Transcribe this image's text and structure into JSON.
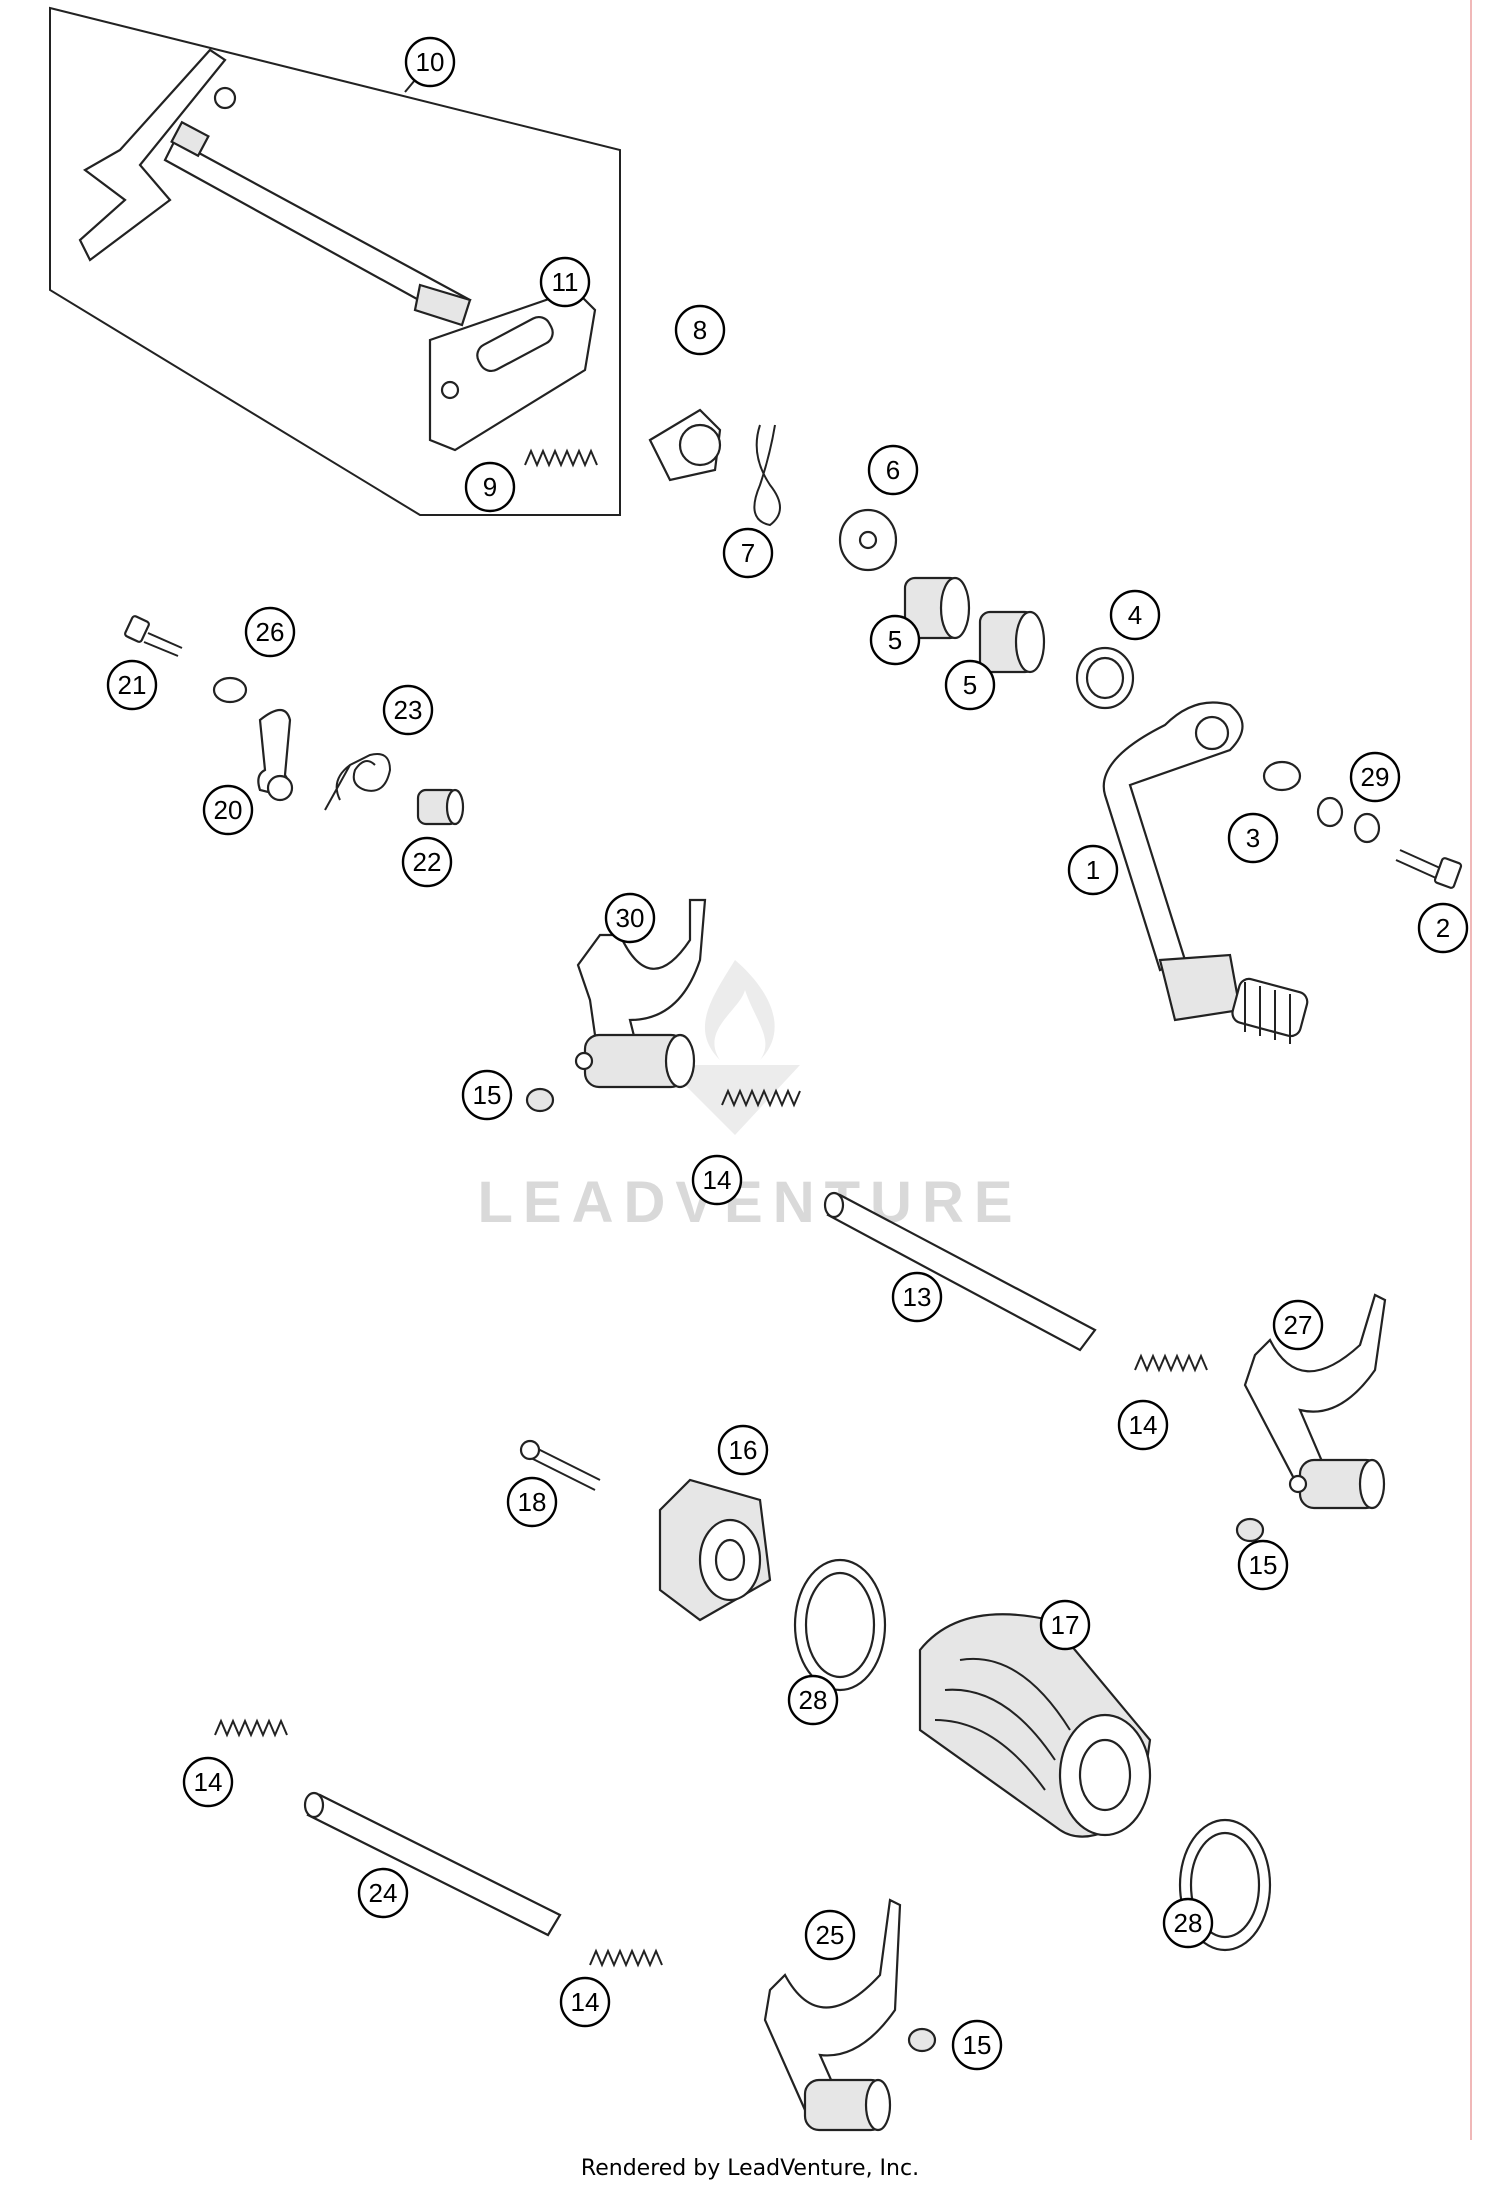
{
  "watermark": "LEADVENTURE",
  "footer": "Rendered by LeadVenture, Inc.",
  "callouts": {
    "c1": "1",
    "c2": "2",
    "c3": "3",
    "c4": "4",
    "c5a": "5",
    "c5b": "5",
    "c6": "6",
    "c7": "7",
    "c8": "8",
    "c9": "9",
    "c10": "10",
    "c11": "11",
    "c13": "13",
    "c14a": "14",
    "c14b": "14",
    "c14c": "14",
    "c14d": "14",
    "c15a": "15",
    "c15b": "15",
    "c15c": "15",
    "c16": "16",
    "c17": "17",
    "c18": "18",
    "c20": "20",
    "c21": "21",
    "c22": "22",
    "c23": "23",
    "c24": "24",
    "c25": "25",
    "c26": "26",
    "c27": "27",
    "c28a": "28",
    "c28b": "28",
    "c29": "29",
    "c30": "30"
  }
}
